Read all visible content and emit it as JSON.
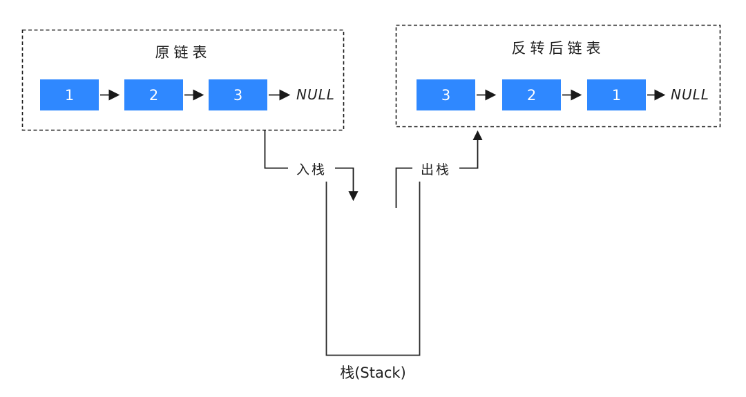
{
  "diagram": {
    "original_list": {
      "title": "原链表",
      "nodes": [
        "1",
        "2",
        "3"
      ],
      "terminator": "NULL"
    },
    "reversed_list": {
      "title": "反转后链表",
      "nodes": [
        "3",
        "2",
        "1"
      ],
      "terminator": "NULL"
    },
    "push_label": "入栈",
    "pop_label": "出栈",
    "stack_label": "栈(Stack)",
    "colors": {
      "node_fill": "#2f88ff",
      "node_text": "#ffffff",
      "line": "#222222",
      "background": "#ffffff"
    }
  }
}
